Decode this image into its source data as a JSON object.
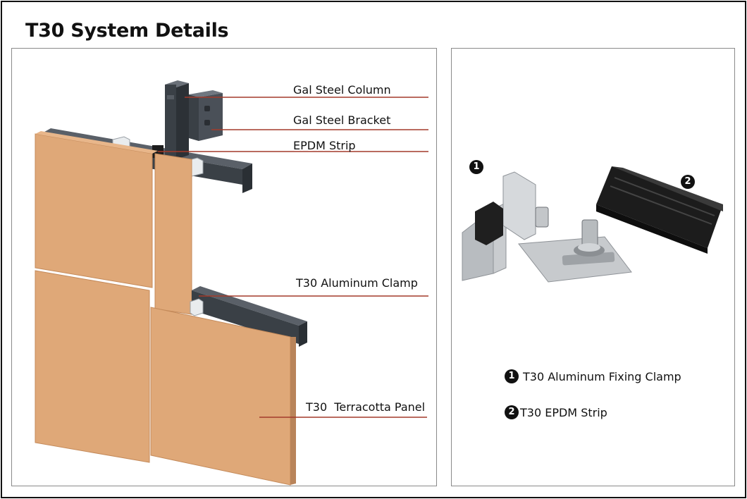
{
  "title": "T30 System Details",
  "callouts": {
    "gal_steel_column": "Gal Steel Column",
    "gal_steel_bracket": "Gal Steel Bracket",
    "epdm_strip": "EPDM Strip",
    "aluminum_clamp": "T30 Aluminum Clamp",
    "terracotta_panel": "T30  Terracotta Panel"
  },
  "components": {
    "badge_1": "1",
    "badge_2": "2",
    "legend": [
      {
        "number": "1",
        "label": "T30 Aluminum Fixing Clamp"
      },
      {
        "number": "2",
        "label": "T30 EPDM Strip"
      }
    ]
  },
  "colors": {
    "terracotta": "#dfa878",
    "steel": "#3a4046",
    "callout_line": "#a33a2a",
    "aluminum": "#c9cccf",
    "epdm": "#1c1c1c"
  }
}
